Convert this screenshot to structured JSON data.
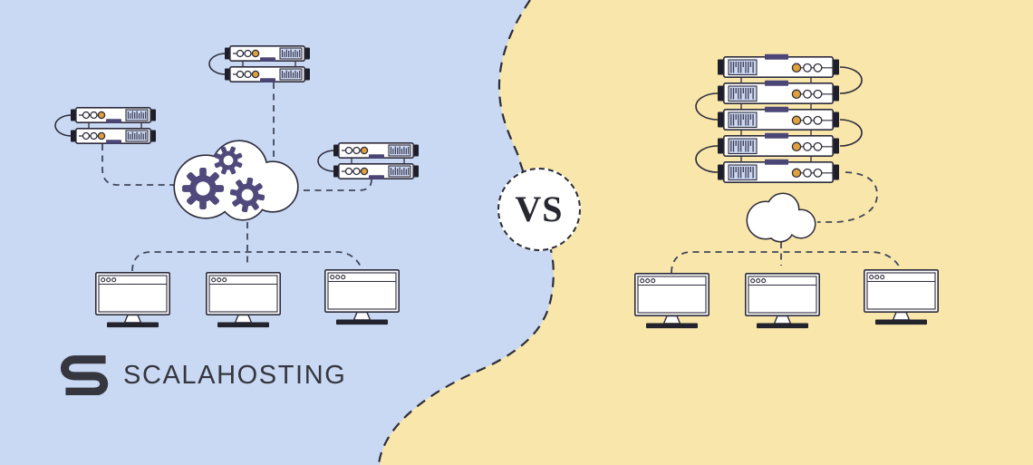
{
  "divider": {
    "badge_label": "VS"
  },
  "brand": {
    "name": "SCALAHOSTING",
    "logo_icon": "scalahosting-s-icon"
  },
  "left_scene": {
    "background_color": "#c9d9f3",
    "server_pair_count": 3,
    "servers_per_pair": 2,
    "cloud_gear_count": 3,
    "monitor_count": 3
  },
  "right_scene": {
    "background_color": "#f8e6ab",
    "server_count": 5,
    "cloud_gear_count": 0,
    "monitor_count": 3
  },
  "palette": {
    "outline_dark": "#2d2c3c",
    "accent_purple": "#4c4677",
    "accent_orange": "#dfa13c",
    "panel_blue": "#cbd7ef",
    "base_dark": "#23232e",
    "connector": "#40465a",
    "divider_dash": "#2d2e3a"
  }
}
